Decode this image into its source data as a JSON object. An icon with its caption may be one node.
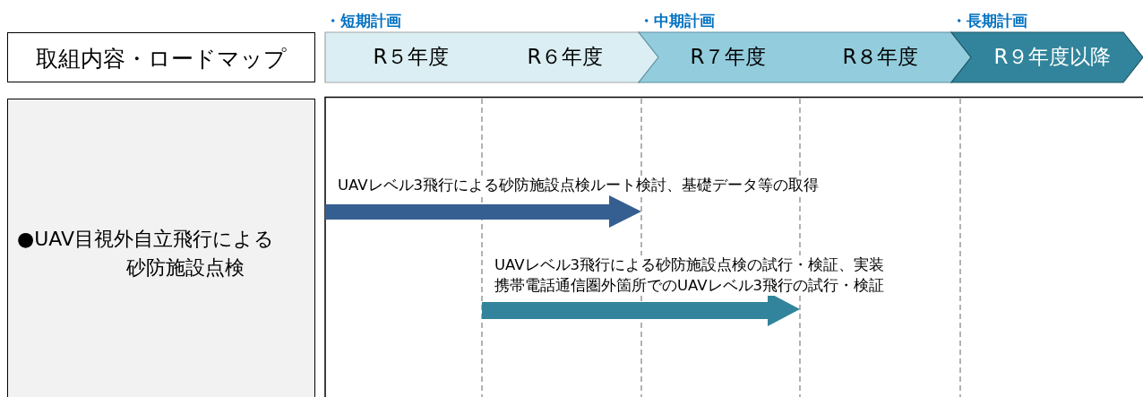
{
  "diagram": {
    "nodes": [
      {
        "text": [
          "取組内容・ロードマップ"
        ]
      },
      {
        "text": [
          "・短期計画",
          "R５年度",
          "R６年度"
        ]
      },
      {
        "text": [
          "・中期計画",
          "R７年度",
          "R８年度"
        ]
      },
      {
        "text": [
          "・長期計画",
          "R９年度以降"
        ]
      },
      {
        "text": [
          "●UAV目視外自立飛行による砂防施設点検"
        ]
      },
      {
        "text": [],
        "shape": "arrow",
        "beside": [
          "UAVレベル3飛行による砂防施設点検ルート検討、基礎データ等の取得"
        ]
      },
      {
        "text": [],
        "shape": "arrow",
        "beside": [
          "UAVレベル3飛行による砂防施設点検の試行・検証、実装",
          "携帯電話通信圏外箇所でのUAVレベル3飛行の試行・検証"
        ]
      }
    ],
    "edges": []
  }
}
